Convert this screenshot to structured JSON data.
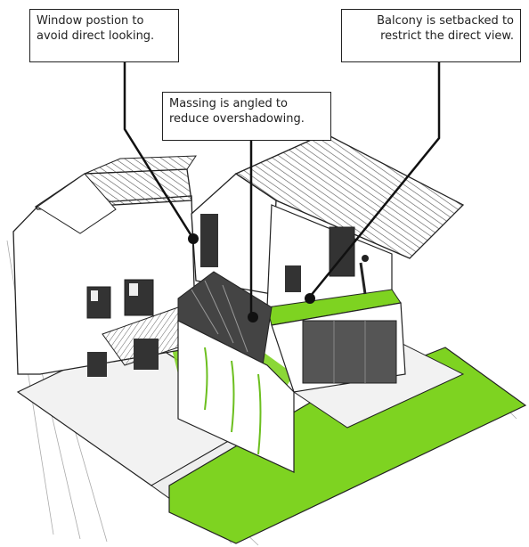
{
  "callouts": [
    {
      "line1": "Window postion to",
      "line2": "avoid direct looking."
    },
    {
      "line1": "Massing is angled to",
      "line2": "reduce overshadowing."
    },
    {
      "line1": "Balcony is setbacked to",
      "line2": "restrict the direct view."
    }
  ],
  "colors": {
    "grass": "#7ed321",
    "outline": "#222222",
    "paving": "#f2f2f2",
    "glass": "#555555"
  }
}
